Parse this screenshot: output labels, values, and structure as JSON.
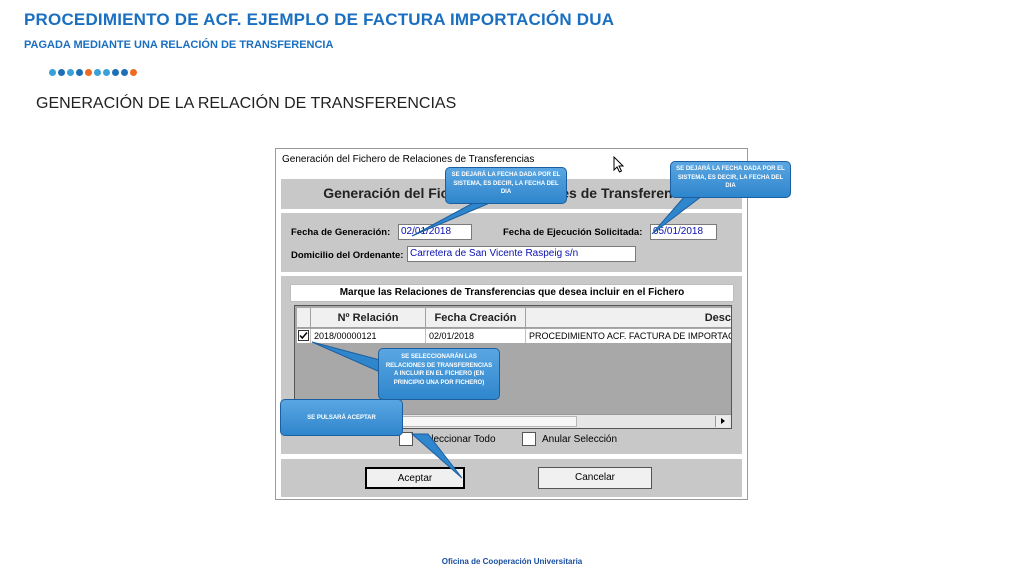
{
  "slide": {
    "title": "PROCEDIMIENTO DE ACF. EJEMPLO DE FACTURA IMPORTACIÓN DUA",
    "subtitle": "PAGADA MEDIANTE UNA RELACIÓN DE TRANSFERENCIA",
    "section_heading": "GENERACIÓN DE LA RELACIÓN DE TRANSFERENCIAS",
    "footer": "Oficina de Cooperación Universitaria",
    "dot_colors": [
      "#3aa0d8",
      "#1c6fb5",
      "#3aa0d8",
      "#1c6fb5",
      "#ee6a22",
      "#3aa0d8",
      "#3aa0d8",
      "#1c6fb5",
      "#1c6fb5",
      "#ee6a22"
    ]
  },
  "dialog": {
    "window_title": "Generación del Fichero de Relaciones de Transferencias",
    "header": "Generación del Fichero de Relaciones de Transferencias",
    "fecha_generacion_label": "Fecha de Generación:",
    "fecha_generacion_value": "02/01/2018",
    "fecha_ejecucion_label": "Fecha de Ejecución Solicitada:",
    "fecha_ejecucion_value": "05/01/2018",
    "domicilio_label": "Domicilio del Ordenante:",
    "domicilio_value": "Carretera de San Vicente Raspeig s/n",
    "list_header": "Marque las Relaciones de Transferencias que desea incluir en el Fichero",
    "grid": {
      "columns": [
        "Nº Relación",
        "Fecha Creación",
        "Desc"
      ],
      "rows": [
        {
          "checked": true,
          "relacion": "2018/00000121",
          "fecha": "02/01/2018",
          "descripcion": "PROCEDIMIENTO ACF. FACTURA DE IMPORTACIÓN"
        }
      ]
    },
    "select_all_label": "Seleccionar Todo",
    "clear_selection_label": "Anular Selección",
    "accept_label": "Aceptar",
    "cancel_label": "Cancelar"
  },
  "callouts": {
    "fecha_generacion": "SE DEJARÁ LA FECHA DADA POR EL SISTEMA, ES DECIR, LA FECHA DEL DIA",
    "fecha_ejecucion": "SE DEJARÁ LA FECHA DADA POR EL SISTEMA, ES DECIR, LA FECHA DEL DIA",
    "seleccion": "SE SELECCIONARÁN LAS RELACIONES DE TRANSFERENCIAS A INCLUIR EN EL FICHERO (EN PRINCIPIO UNA POR FICHERO)",
    "aceptar": "SE PULSARÁ ACEPTAR"
  }
}
